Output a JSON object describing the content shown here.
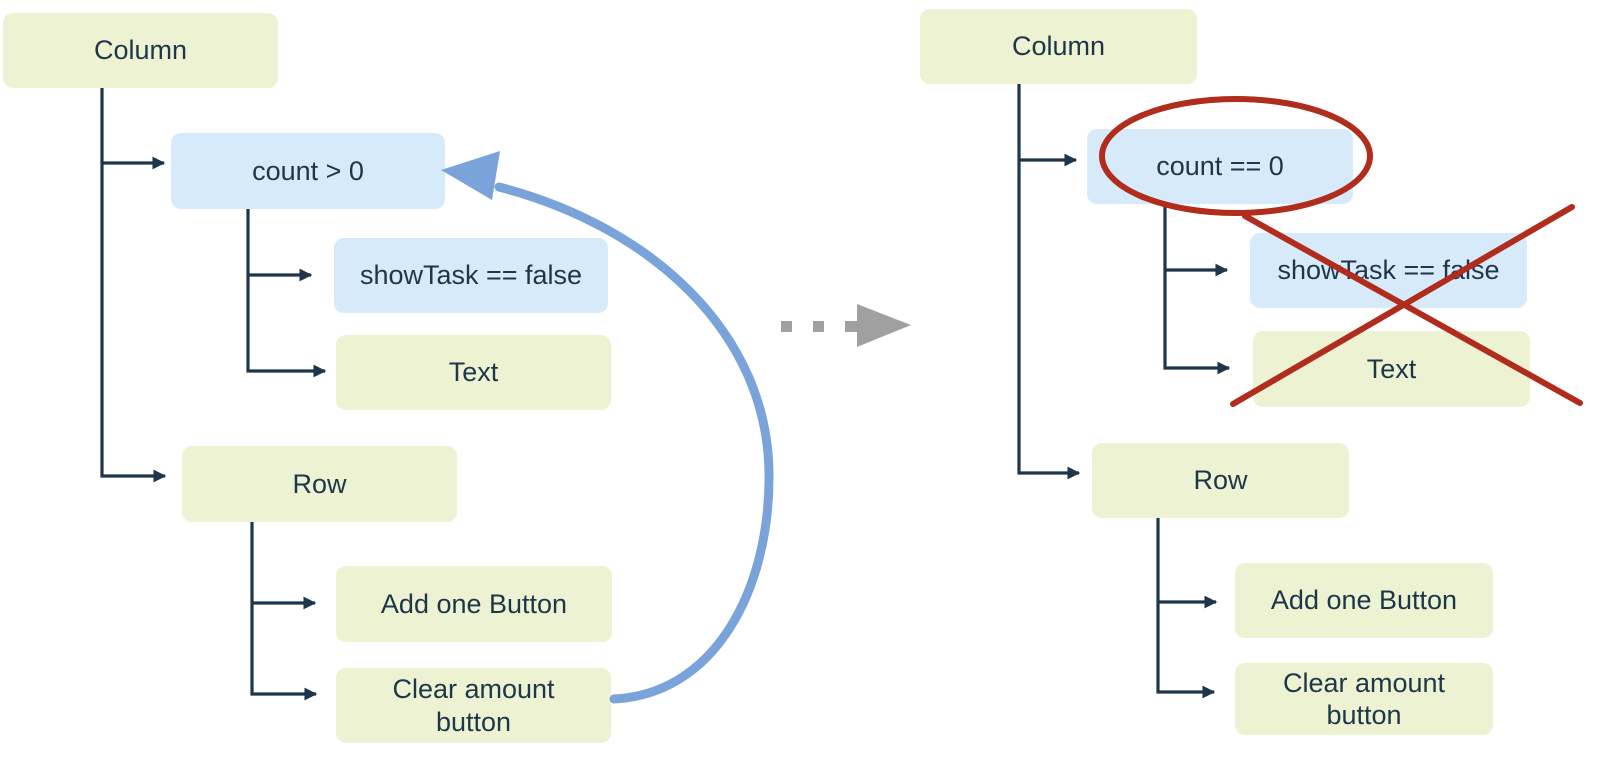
{
  "left_tree": {
    "column": "Column",
    "condition": "count > 0",
    "show_task": "showTask == false",
    "text": "Text",
    "row": "Row",
    "add_one_button": "Add one Button",
    "clear_amount_button": "Clear amount button"
  },
  "right_tree": {
    "column": "Column",
    "condition": "count == 0",
    "show_task": "showTask == false",
    "text": "Text",
    "row": "Row",
    "add_one_button": "Add one Button",
    "clear_amount_button": "Clear amount button"
  },
  "symbols": {
    "transition_arrow": "dotted-right-arrow",
    "loop_arrow": "curved-blue-loop-arrow",
    "ellipse_annotation": "red-ellipse-highlight",
    "cross_annotation": "red-x-cross"
  },
  "colors": {
    "widget_box": "#edf2d3",
    "condition_box": "#d7eafa",
    "connector": "#1d3649",
    "text": "#1d3649",
    "loop_arrow": "#7aa4d9",
    "transition_arrow": "#a0a0a0",
    "annotation_red": "#b02c1c"
  }
}
